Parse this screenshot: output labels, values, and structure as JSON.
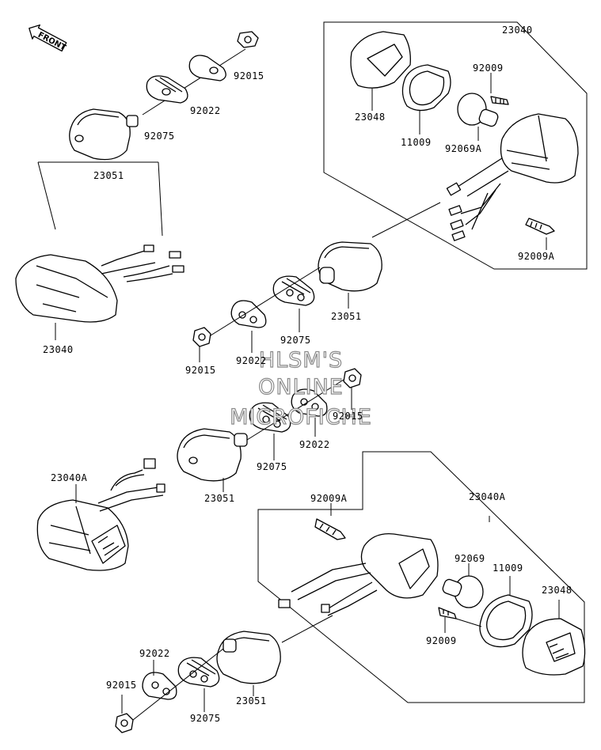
{
  "direction_label": "FRONT",
  "watermark": {
    "line1": "HLSM'S",
    "line2": "ONLINE",
    "line3": "MICROFICHE"
  },
  "labels": {
    "top_left_92015": "92015",
    "top_left_92022": "92022",
    "top_left_92075": "92075",
    "top_left_23051": "23051",
    "left_23040": "23040",
    "box1_23040": "23040",
    "box1_92009": "92009",
    "box1_23048": "23048",
    "box1_11009": "11009",
    "box1_92069A": "92069A",
    "box1_92009A": "92009A",
    "mid_23051": "23051",
    "mid_92075": "92075",
    "mid_92022": "92022",
    "mid_92015": "92015",
    "center_92015": "92015",
    "center_92022": "92022",
    "center_92075": "92075",
    "center_23051": "23051",
    "left_23040A": "23040A",
    "box2_92009A": "92009A",
    "box2_23040A": "23040A",
    "box2_92069": "92069",
    "box2_11009": "11009",
    "box2_23048": "23048",
    "box2_92009": "92009",
    "bottom_92022": "92022",
    "bottom_92015": "92015",
    "bottom_92075": "92075",
    "bottom_23051": "23051"
  }
}
